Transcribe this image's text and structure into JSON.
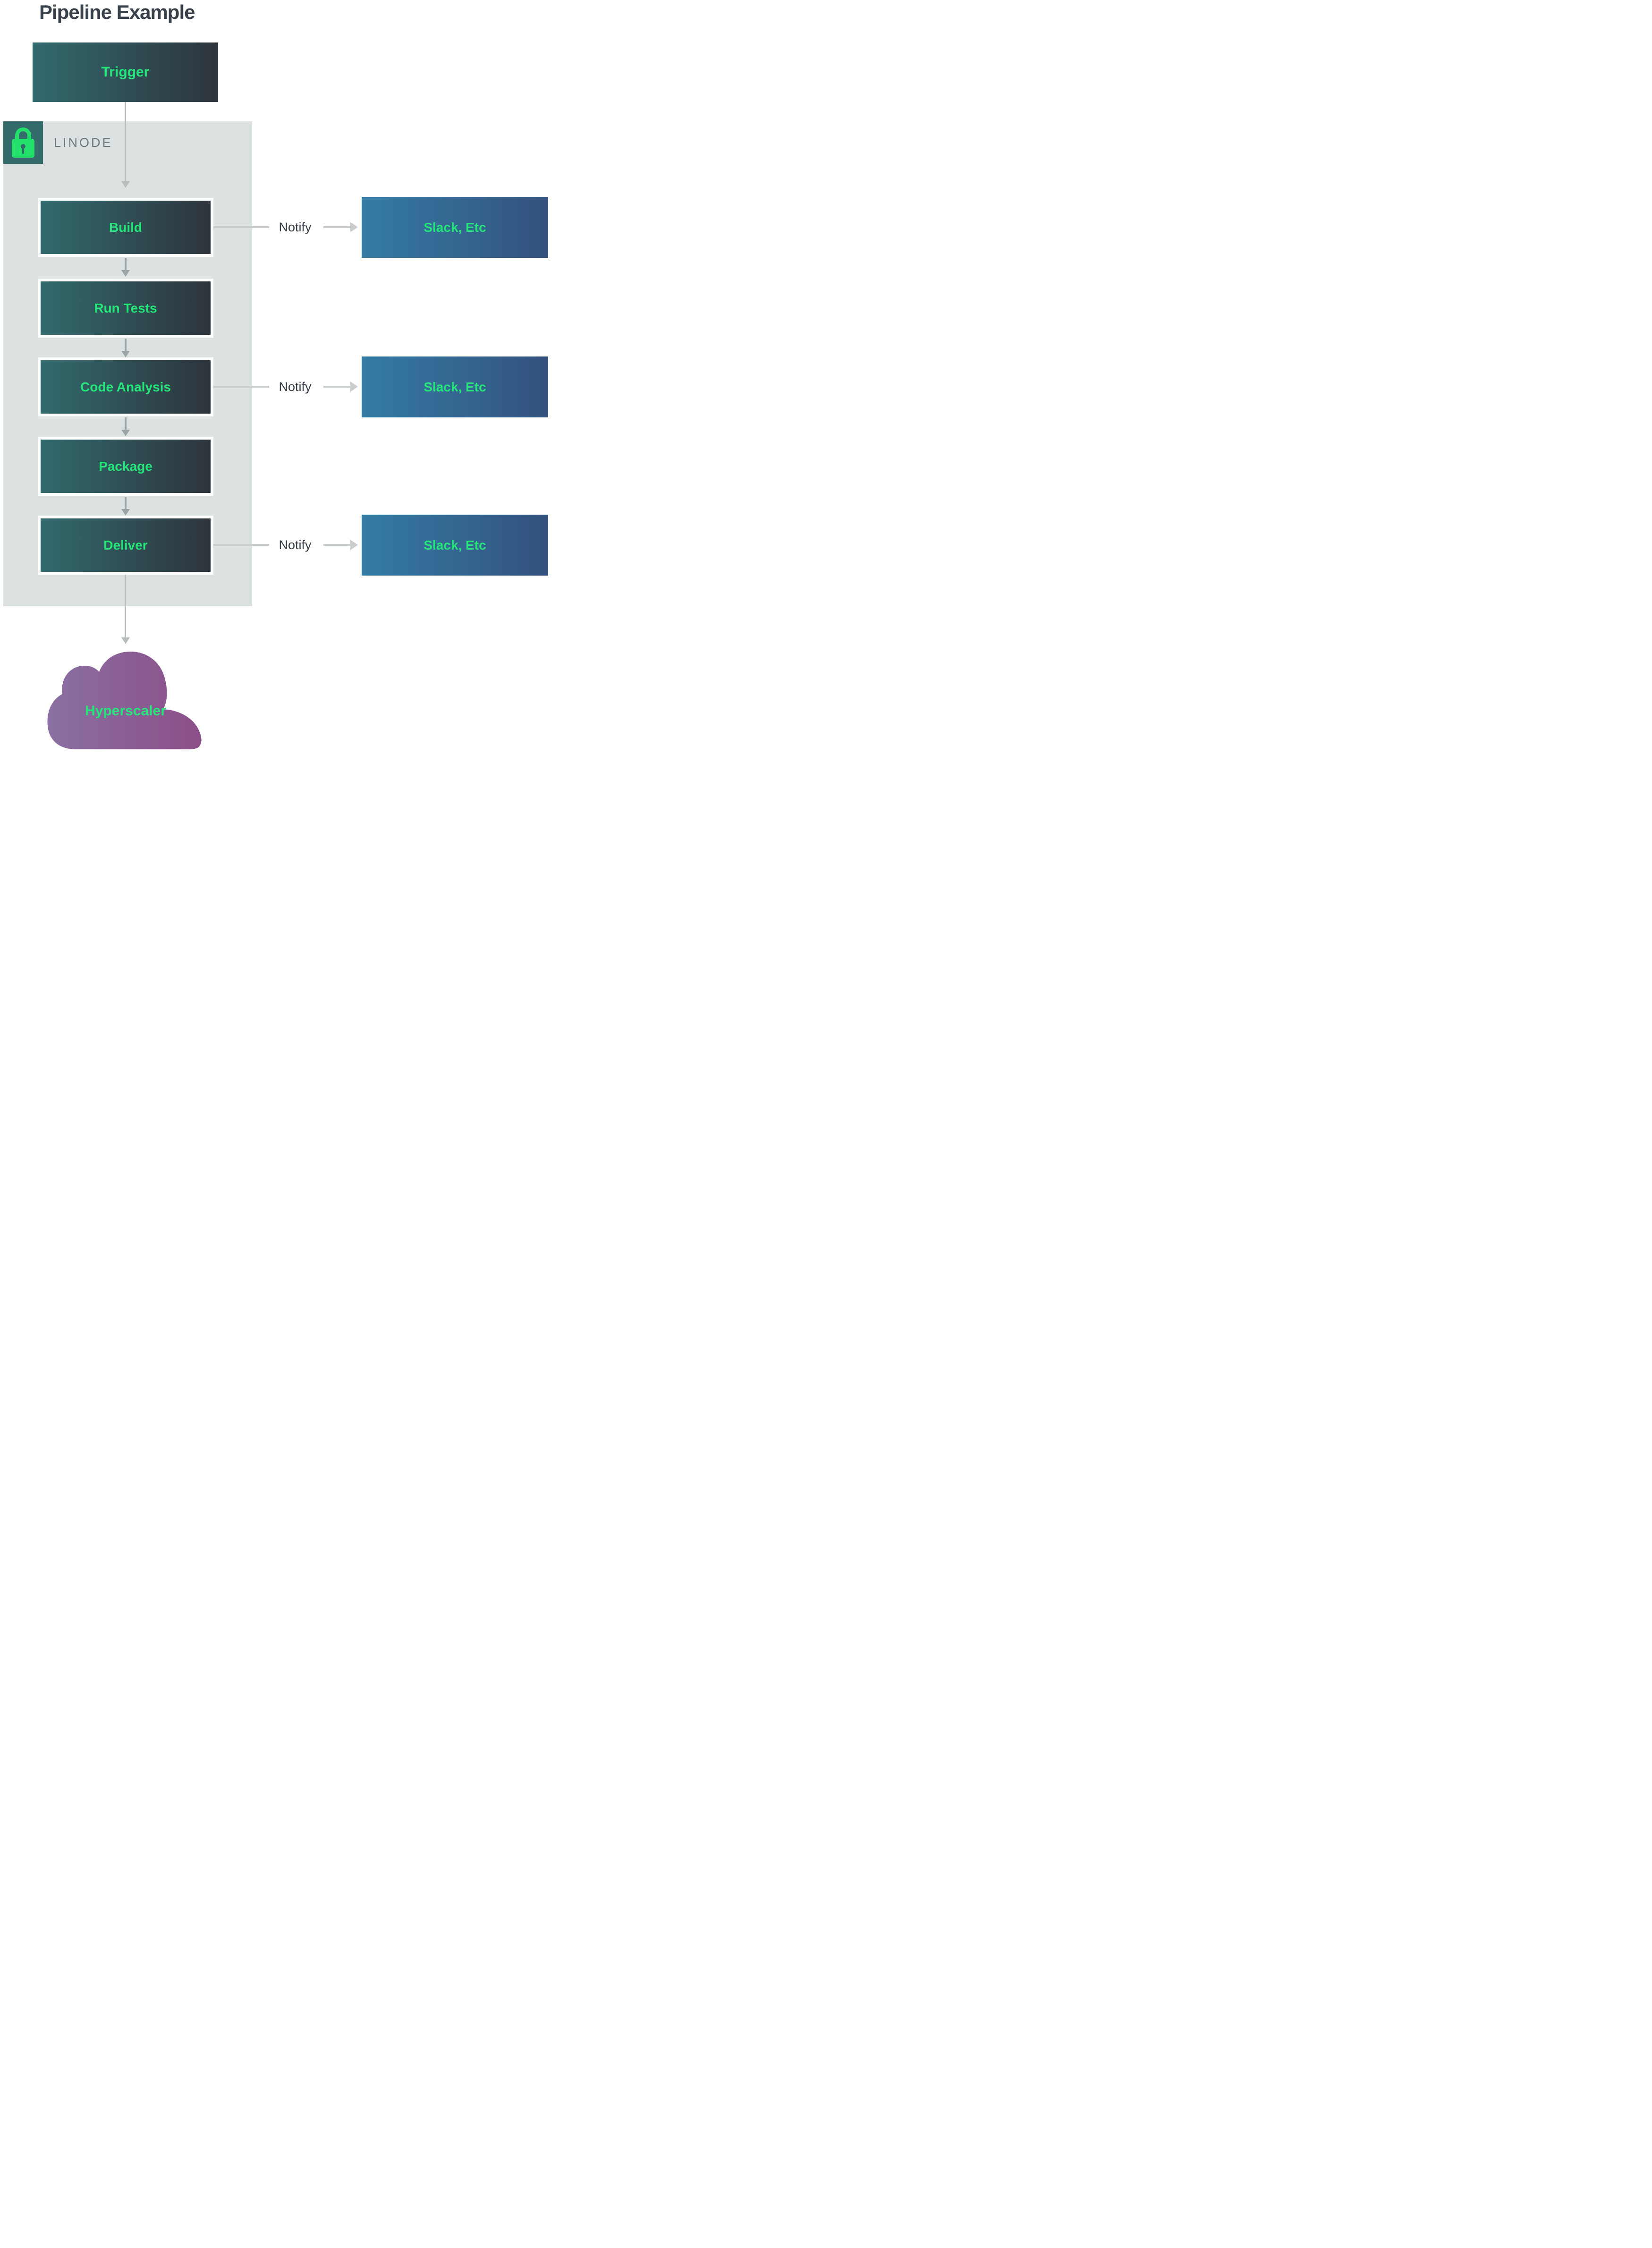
{
  "title": "Pipeline Example",
  "trigger": {
    "label": "Trigger"
  },
  "group": {
    "label": "LINODE",
    "icon": "lock-icon"
  },
  "stages": [
    {
      "label": "Build",
      "notifies": true
    },
    {
      "label": "Run Tests",
      "notifies": false
    },
    {
      "label": "Code Analysis",
      "notifies": true
    },
    {
      "label": "Package",
      "notifies": false
    },
    {
      "label": "Deliver",
      "notifies": true
    }
  ],
  "notify": {
    "label": "Notify",
    "target_label": "Slack, Etc"
  },
  "cloud": {
    "label": "Hyperscaler"
  },
  "colors": {
    "stage_gradient_start": "#306a6d",
    "stage_gradient_end": "#2e343c",
    "label_green": "#26e57b",
    "lock_green": "#22e06b",
    "group_bg": "#dbe2e1",
    "chip_bg": "#336a6a",
    "target_gradient_start": "#337ca4",
    "target_gradient_end": "#34517f",
    "cloud_gradient_start": "#8a70a2",
    "cloud_gradient_end": "#8c4e89",
    "title_text": "#38414a",
    "notify_text": "#363d44",
    "group_label_text": "#6b7479",
    "arrow_gray": "#9ba5a5",
    "line_light_gray": "#c9cecd"
  }
}
